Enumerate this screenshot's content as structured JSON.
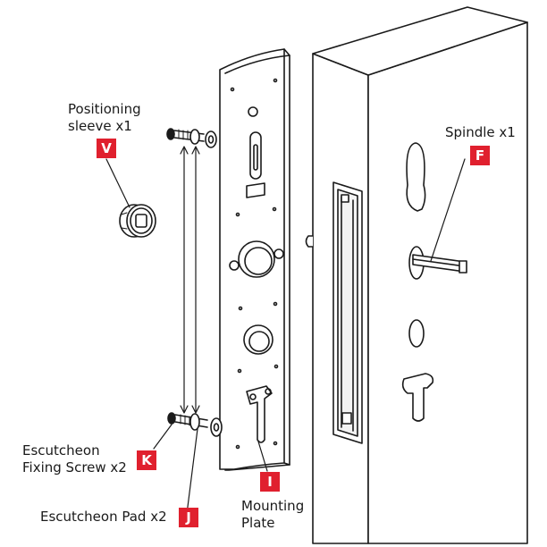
{
  "accent_color": "#e0202e",
  "parts": {
    "positioning_sleeve": {
      "line1": "Positioning",
      "line2": "sleeve x1",
      "letter": "V"
    },
    "spindle": {
      "label": "Spindle x1",
      "letter": "F"
    },
    "fixing_screw": {
      "line1": "Escutcheon",
      "line2": "Fixing Screw x2",
      "letter": "K"
    },
    "pad": {
      "label": "Escutcheon Pad x2",
      "letter": "J"
    },
    "mounting_plate": {
      "line1": "Mounting",
      "line2": "Plate",
      "letter": "I"
    }
  }
}
